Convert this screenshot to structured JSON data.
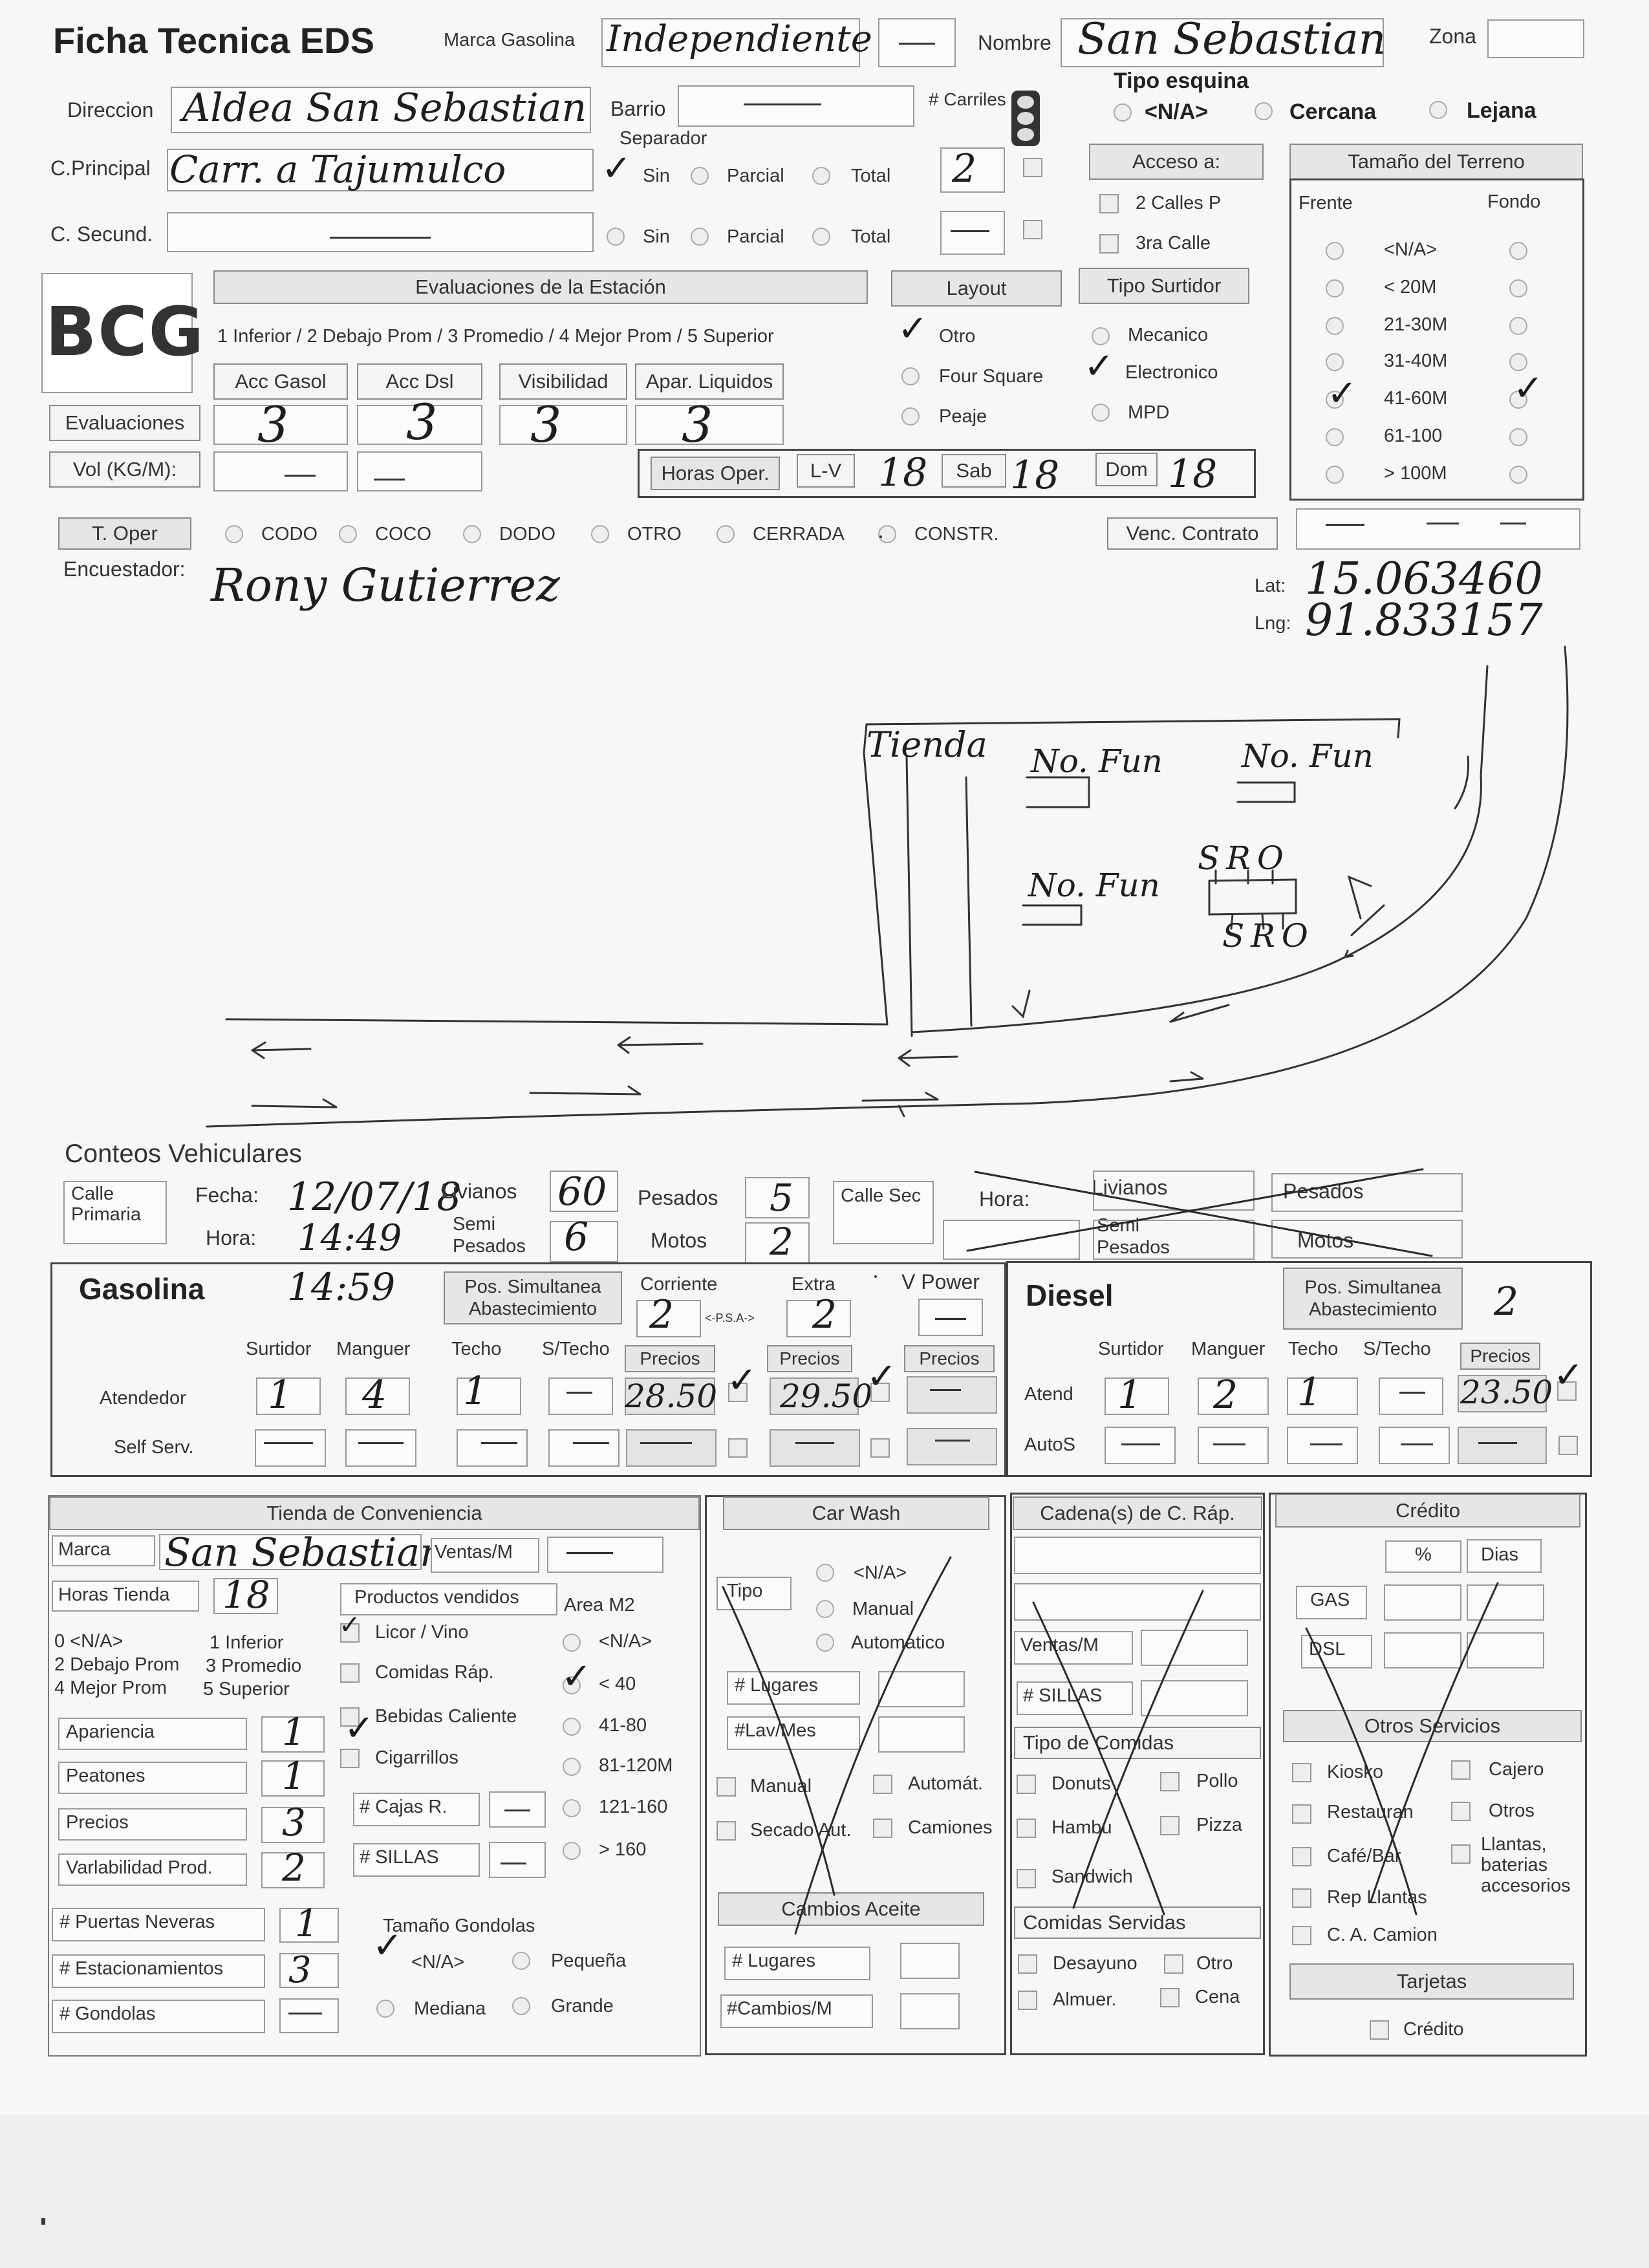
{
  "header": {
    "title": "Ficha Tecnica EDS",
    "marca_label": "Marca Gasolina",
    "marca_value": "Independiente",
    "nombre_label": "Nombre",
    "nombre_value": "San Sebastian",
    "zona_label": "Zona",
    "direccion_label": "Direccion",
    "direccion_value": "Aldea San Sebastian",
    "barrio_label": "Barrio",
    "principal_label": "C.Principal",
    "principal_value": "Carr. a Tajumulco",
    "secund_label": "C. Secund.",
    "separador_label": "Separador",
    "sin": "Sin",
    "parcial": "Parcial",
    "total": "Total",
    "carriles_label": "# Carriles",
    "carriles_value": "2",
    "tipo_esquina_label": "Tipo esquina",
    "esquina_options": [
      "<N/A>",
      "Cercana",
      "Lejana"
    ]
  },
  "acceso": {
    "label": "Acceso a:",
    "options": [
      "2 Calles P",
      "3ra Calle"
    ]
  },
  "terreno": {
    "label": "Tamaño del Terreno",
    "frente": "Frente",
    "fondo": "Fondo",
    "sizes": [
      "<N/A>",
      "< 20M",
      "21-30M",
      "31-40M",
      "41-60M",
      "61-100",
      "> 100M"
    ]
  },
  "logo": "BCG",
  "evaluaciones": {
    "title": "Evaluaciones de la Estación",
    "scale": "1 Inferior / 2 Debajo Prom / 3 Promedio / 4 Mejor Prom / 5 Superior",
    "columns": [
      "Acc Gasol",
      "Acc Dsl",
      "Visibilidad",
      "Apar. Liquidos"
    ],
    "row_label": "Evaluaciones",
    "values": [
      "3",
      "3",
      "3",
      "3"
    ],
    "vol_label": "Vol (KG/M):"
  },
  "layout": {
    "label": "Layout",
    "options": [
      "Otro",
      "Four Square",
      "Peaje"
    ]
  },
  "tipo_surtidor": {
    "label": "Tipo Surtidor",
    "options": [
      "Mecanico",
      "Electronico",
      "MPD"
    ]
  },
  "horas": {
    "label": "Horas Oper.",
    "lv": "L-V",
    "lv_value": "18",
    "sab": "Sab",
    "sab_value": "18",
    "dom": "Dom",
    "dom_value": "18"
  },
  "t_oper": {
    "label": "T. Oper",
    "options": [
      "CODO",
      "COCO",
      "DODO",
      "OTRO",
      "CERRADA",
      "CONSTR."
    ]
  },
  "venc": {
    "label": "Venc. Contrato"
  },
  "encuestador": {
    "label": "Encuestador:",
    "value": "Rony Gutierrez"
  },
  "coords": {
    "lat_label": "Lat:",
    "lat": "15.063460",
    "lng_label": "Lng:",
    "lng": "91.833157"
  },
  "sketch": {
    "tienda": "Tienda",
    "no_fun": "No. Fun",
    "sro": "SRO"
  },
  "conteos": {
    "title": "Conteos Vehiculares",
    "calle_primaria": "Calle Primaria",
    "fecha_label": "Fecha:",
    "fecha": "12/07/18",
    "hora_label": "Hora:",
    "hora": "14:49",
    "livianos": "Livianos",
    "livianos_value": "60",
    "semi": "Semi Pesados",
    "semi_value": "6",
    "pesados": "Pesados",
    "pesados_value": "5",
    "motos": "Motos",
    "motos_value": "2",
    "calle_sec": "Calle Sec"
  },
  "gasolina": {
    "title": "Gasolina",
    "time": "14:59",
    "pos": "Pos. Simultanea Abastecimiento",
    "corriente": "Corriente",
    "extra": "Extra",
    "vpower": "V Power",
    "psa": "<-P.S.A->",
    "corriente_val": "2",
    "extra_val": "2",
    "cols": [
      "Surtidor",
      "Manguer",
      "Techo",
      "S/Techo"
    ],
    "precios": "Precios",
    "atendedor": "Atendedor",
    "self": "Self Serv.",
    "at_values": [
      "1",
      "4",
      "1"
    ],
    "precio_corriente": "28.50",
    "precio_extra": "29.50"
  },
  "diesel": {
    "title": "Diesel",
    "pos": "Pos. Simultanea Abastecimiento",
    "pos_val": "2",
    "cols": [
      "Surtidor",
      "Manguer",
      "Techo",
      "S/Techo"
    ],
    "precios": "Precios",
    "atend": "Atend",
    "autos": "AutoS",
    "at_values": [
      "1",
      "2",
      "1"
    ],
    "precio": "23.50"
  },
  "tienda": {
    "title": "Tienda de Conveniencia",
    "marca": "Marca",
    "marca_value": "San Sebastian",
    "ventas": "Ventas/M",
    "horas": "Horas Tienda",
    "horas_value": "18",
    "scale_lines": [
      "0 <N/A>",
      "1 Inferior",
      "2 Debajo Prom",
      "3 Promedio",
      "4 Mejor Prom",
      "5 Superior"
    ],
    "rows": [
      {
        "label": "Apariencia",
        "value": "1"
      },
      {
        "label": "Peatones",
        "value": "1"
      },
      {
        "label": "Precios",
        "value": "3"
      },
      {
        "label": "Varlabilidad Prod.",
        "value": "2"
      }
    ],
    "productos": "Productos vendidos",
    "productos_list": [
      "Licor / Vino",
      "Comidas Ráp.",
      "Bebidas Caliente",
      "Cigarrillos"
    ],
    "area": "Area M2",
    "area_list": [
      "<N/A>",
      "< 40",
      "41-80",
      "81-120M",
      "121-160",
      "> 160"
    ],
    "cajas": "# Cajas R.",
    "sillas": "# SILLAS",
    "puertas": "# Puertas Neveras",
    "puertas_value": "1",
    "estacionamientos": "# Estacionamientos",
    "estacionamientos_value": "3",
    "gondolas": "# Gondolas",
    "tamano": "Tamaño Gondolas",
    "tamano_opts": [
      "<N/A>",
      "Pequeña",
      "Mediana",
      "Grande"
    ]
  },
  "carwash": {
    "title": "Car Wash",
    "tipo": "Tipo",
    "tipo_opts": [
      "<N/A>",
      "Manual",
      "Automatico"
    ],
    "lugares": "# Lugares",
    "lav": "#Lav/Mes",
    "checks": [
      "Manual",
      "Automát.",
      "Secado Aut.",
      "Camiones"
    ],
    "cambios": "Cambios Aceite",
    "cambios_lugares": "# Lugares",
    "cambios_m": "#Cambios/M"
  },
  "cadena": {
    "title": "Cadena(s) de C. Ráp.",
    "ventas": "Ventas/M",
    "sillas": "# SILLAS",
    "tipo": "Tipo de Comidas",
    "tipo_list": [
      "Donuts",
      "Pollo",
      "Hambu",
      "Pizza",
      "Sandwich"
    ],
    "servidas": "Comidas Servidas",
    "servidas_list": [
      "Desayuno",
      "Otro",
      "Almuer.",
      "Cena"
    ]
  },
  "credito": {
    "title": "Crédito",
    "pct": "%",
    "dias": "Dias",
    "gas": "GAS",
    "dsl": "DSL",
    "otros": "Otros Servicios",
    "otros_list": [
      "Kiosko",
      "Cajero",
      "Restauran",
      "Otros",
      "Café/Bar",
      "Llantas, baterias accesorios",
      "Rep Llantas",
      "C. A. Camion"
    ],
    "tarjetas": "Tarjetas",
    "tarjeta_credito": "Crédito"
  }
}
